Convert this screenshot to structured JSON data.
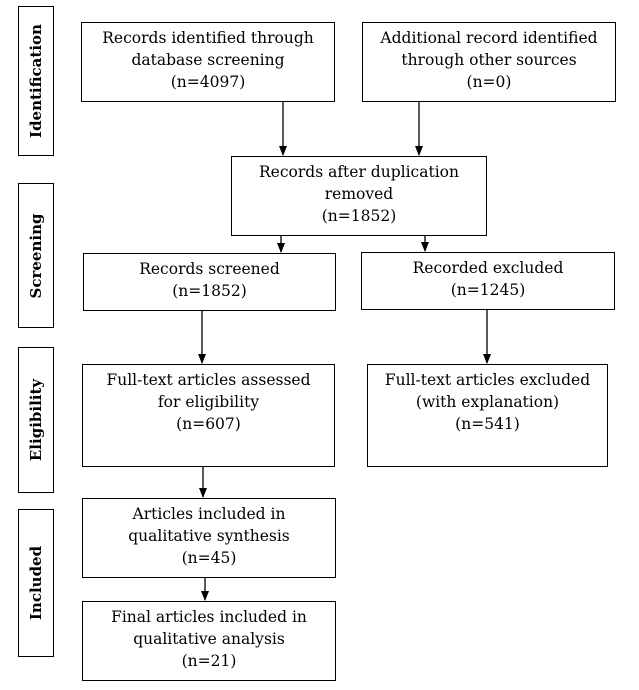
{
  "stages": [
    {
      "id": "identification",
      "label": "Identification"
    },
    {
      "id": "screening",
      "label": "Screening"
    },
    {
      "id": "eligibility",
      "label": "Eligibility"
    },
    {
      "id": "included",
      "label": "Included"
    }
  ],
  "boxes": {
    "db_identified": {
      "lines": [
        "Records identified through",
        "database screening",
        "(n=4097)"
      ]
    },
    "other_sources": {
      "lines": [
        "Additional record identified",
        "through other sources",
        "(n=0)"
      ]
    },
    "after_duplicates": {
      "lines": [
        "Records after duplication",
        "removed",
        "(n=1852)"
      ]
    },
    "screened": {
      "lines": [
        "Records screened",
        "(n=1852)"
      ]
    },
    "excluded": {
      "lines": [
        "Recorded excluded",
        "(n=1245)"
      ]
    },
    "fulltext_assessed": {
      "lines": [
        "Full-text articles assessed",
        "for eligibility",
        "(n=607)"
      ]
    },
    "fulltext_excluded": {
      "lines": [
        "Full-text articles excluded",
        "(with explanation)",
        "(n=541)"
      ]
    },
    "qualitative_synthesis": {
      "lines": [
        "Articles included in",
        "qualitative synthesis",
        "(n=45)"
      ]
    },
    "qualitative_analysis": {
      "lines": [
        "Final articles included in",
        "qualitative analysis",
        "(n=21)"
      ]
    }
  },
  "colors": {
    "stroke": "#000000",
    "background": "#ffffff"
  }
}
